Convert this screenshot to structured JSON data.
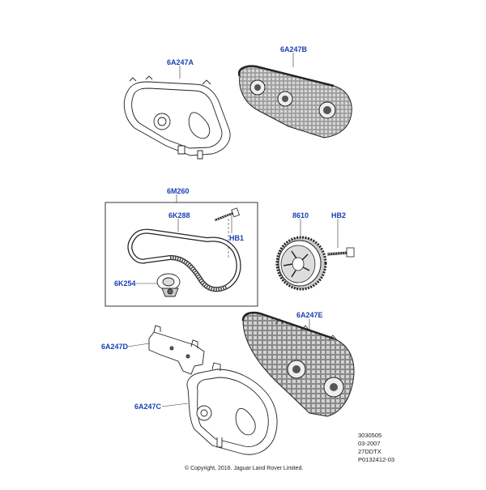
{
  "callouts": {
    "p6A247A": "6A247A",
    "p6A247B": "6A247B",
    "p6M260": "6M260",
    "p6K288": "6K288",
    "pHB1": "HB1",
    "p6K254": "6K254",
    "p8610": "8610",
    "pHB2": "HB2",
    "p6A247E": "6A247E",
    "p6A247D": "6A247D",
    "p6A247C": "6A247C"
  },
  "reference": {
    "line1": "3030505",
    "line2": "03-2007",
    "line3": "27DDTX",
    "line4": "P0132412-03"
  },
  "copyright": "© Copyright, 2016. Jaguar Land Rover Limited.",
  "colors": {
    "callout": "#1a3fb5",
    "line": "#222222",
    "grid": "#555555"
  }
}
